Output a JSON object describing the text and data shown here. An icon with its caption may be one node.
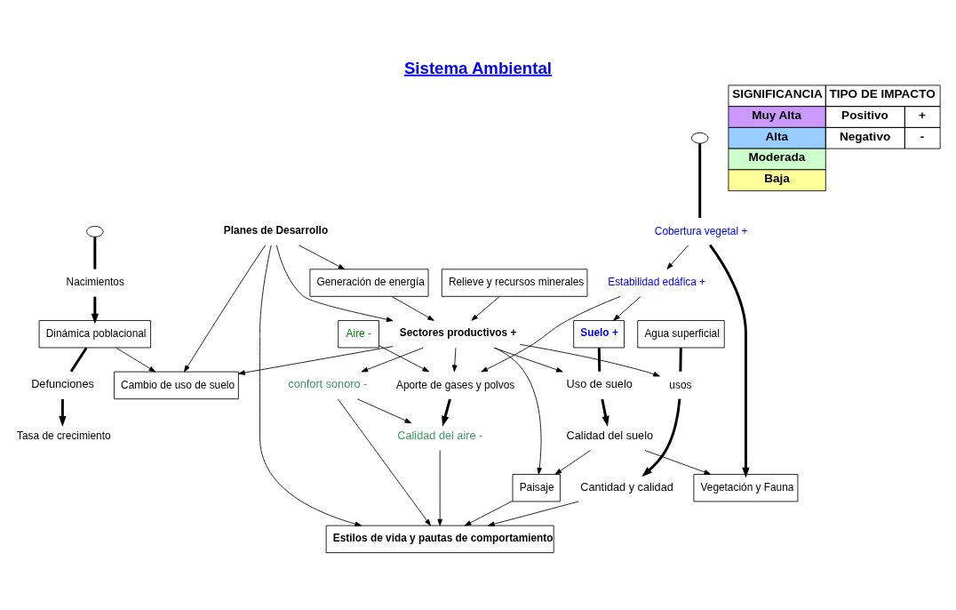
{
  "diagram": {
    "title": "Sistema Ambiental",
    "nodes": [
      {
        "text": [
          "Cambio de uso de suelo"
        ]
      },
      {
        "text": [
          "Planes de Desarrollo"
        ]
      },
      {
        "text": [],
        "shape": "cloud"
      },
      {
        "text": [
          "Nacimientos"
        ]
      },
      {
        "text": [
          "Dinámica poblacional"
        ]
      },
      {
        "text": [
          "Tasa de crecimiento"
        ]
      },
      {
        "text": [
          "Defunciones"
        ]
      },
      {
        "text": [
          "Estilos de vida y pautas de comportamiento"
        ]
      },
      {
        "text": [
          "Generación de energía"
        ]
      },
      {
        "text": [
          "Sectores productivos +"
        ]
      },
      {
        "text": [
          "confort sonoro -"
        ]
      },
      {
        "text": [
          "Aire -"
        ]
      },
      {
        "text": [
          "Aporte de gases y polvos"
        ]
      },
      {
        "text": [
          "Calidad del aire -"
        ]
      },
      {
        "text": [
          "Paisaje"
        ]
      },
      {
        "text": [
          "Relieve y recursos minerales"
        ]
      },
      {
        "text": [
          "Agua superficial"
        ]
      },
      {
        "text": [
          "usos"
        ]
      },
      {
        "text": [
          "Cantidad y calidad"
        ]
      },
      {
        "text": [
          "Suelo +"
        ]
      },
      {
        "text": [
          "Estabilidad edáfica +"
        ]
      },
      {
        "text": [
          "Uso de suelo"
        ]
      },
      {
        "text": [
          "Calidad del suelo"
        ]
      },
      {
        "text": [],
        "shape": "cloud"
      },
      {
        "text": [
          "Cobertura vegetal +"
        ]
      },
      {
        "text": [
          "Vegetación y Fauna"
        ]
      }
    ],
    "edges": [
      {
        "from": 9,
        "to": 0,
        "arrow": "to"
      },
      {
        "from": 1,
        "to": 0,
        "arrow": "to"
      },
      {
        "from": 4,
        "to": 0,
        "arrow": "to"
      },
      {
        "from": 1,
        "to": 7,
        "arrow": "to"
      },
      {
        "from": 1,
        "to": 8,
        "arrow": "to"
      },
      {
        "from": 1,
        "to": 9,
        "arrow": "to"
      },
      {
        "from": 8,
        "to": 9,
        "arrow": "to"
      },
      {
        "from": 2,
        "to": 3,
        "arrow": "none",
        "style": "thick"
      },
      {
        "from": 3,
        "to": 4,
        "arrow": "to",
        "style": "thick"
      },
      {
        "from": 4,
        "to": 6,
        "arrow": "none",
        "style": "thick"
      },
      {
        "from": 6,
        "to": 5,
        "arrow": "to",
        "style": "thick"
      },
      {
        "from": 9,
        "to": 10,
        "arrow": "to"
      },
      {
        "from": 10,
        "to": 7,
        "arrow": "to"
      },
      {
        "from": 10,
        "to": 13,
        "arrow": "to"
      },
      {
        "from": 14,
        "to": 7,
        "arrow": "to"
      },
      {
        "from": 9,
        "to": 12,
        "arrow": "to"
      },
      {
        "from": 11,
        "to": 12,
        "arrow": "to"
      },
      {
        "from": 12,
        "to": 13,
        "arrow": "to",
        "style": "thick"
      },
      {
        "from": 13,
        "to": 7,
        "arrow": "to"
      },
      {
        "from": 18,
        "to": 7,
        "arrow": "to"
      },
      {
        "from": 9,
        "to": 14,
        "arrow": "to"
      },
      {
        "from": 15,
        "to": 9,
        "arrow": "to"
      },
      {
        "from": 22,
        "to": 14,
        "arrow": "to"
      },
      {
        "from": 9,
        "to": 17,
        "arrow": "to"
      },
      {
        "from": 16,
        "to": 17,
        "arrow": "none",
        "style": "thick"
      },
      {
        "from": 17,
        "to": 18,
        "arrow": "to",
        "style": "thick"
      },
      {
        "from": 9,
        "to": 21,
        "arrow": "to"
      },
      {
        "from": 19,
        "to": 21,
        "arrow": "none",
        "style": "thick"
      },
      {
        "from": 21,
        "to": 22,
        "arrow": "to",
        "style": "thick"
      },
      {
        "from": 20,
        "to": 12,
        "arrow": "to"
      },
      {
        "from": 20,
        "to": 19,
        "arrow": "to"
      },
      {
        "from": 24,
        "to": 20,
        "arrow": "to"
      },
      {
        "from": 23,
        "to": 24,
        "arrow": "none",
        "style": "thick"
      },
      {
        "from": 24,
        "to": 25,
        "arrow": "to",
        "style": "thick"
      },
      {
        "from": 22,
        "to": 25,
        "arrow": "to"
      }
    ],
    "labels": [
      "SIGNIFICANCIA",
      "TIPO DE IMPACTO",
      "Positivo",
      "+",
      "Negativo",
      "-"
    ],
    "legend": [
      {
        "text": "Muy Alta",
        "color": "#cc99ff"
      },
      {
        "text": "Alta",
        "color": "#99ccff"
      },
      {
        "text": "Moderada",
        "color": "#ccffcc"
      },
      {
        "text": "Baja",
        "color": "#ffff99"
      }
    ]
  }
}
